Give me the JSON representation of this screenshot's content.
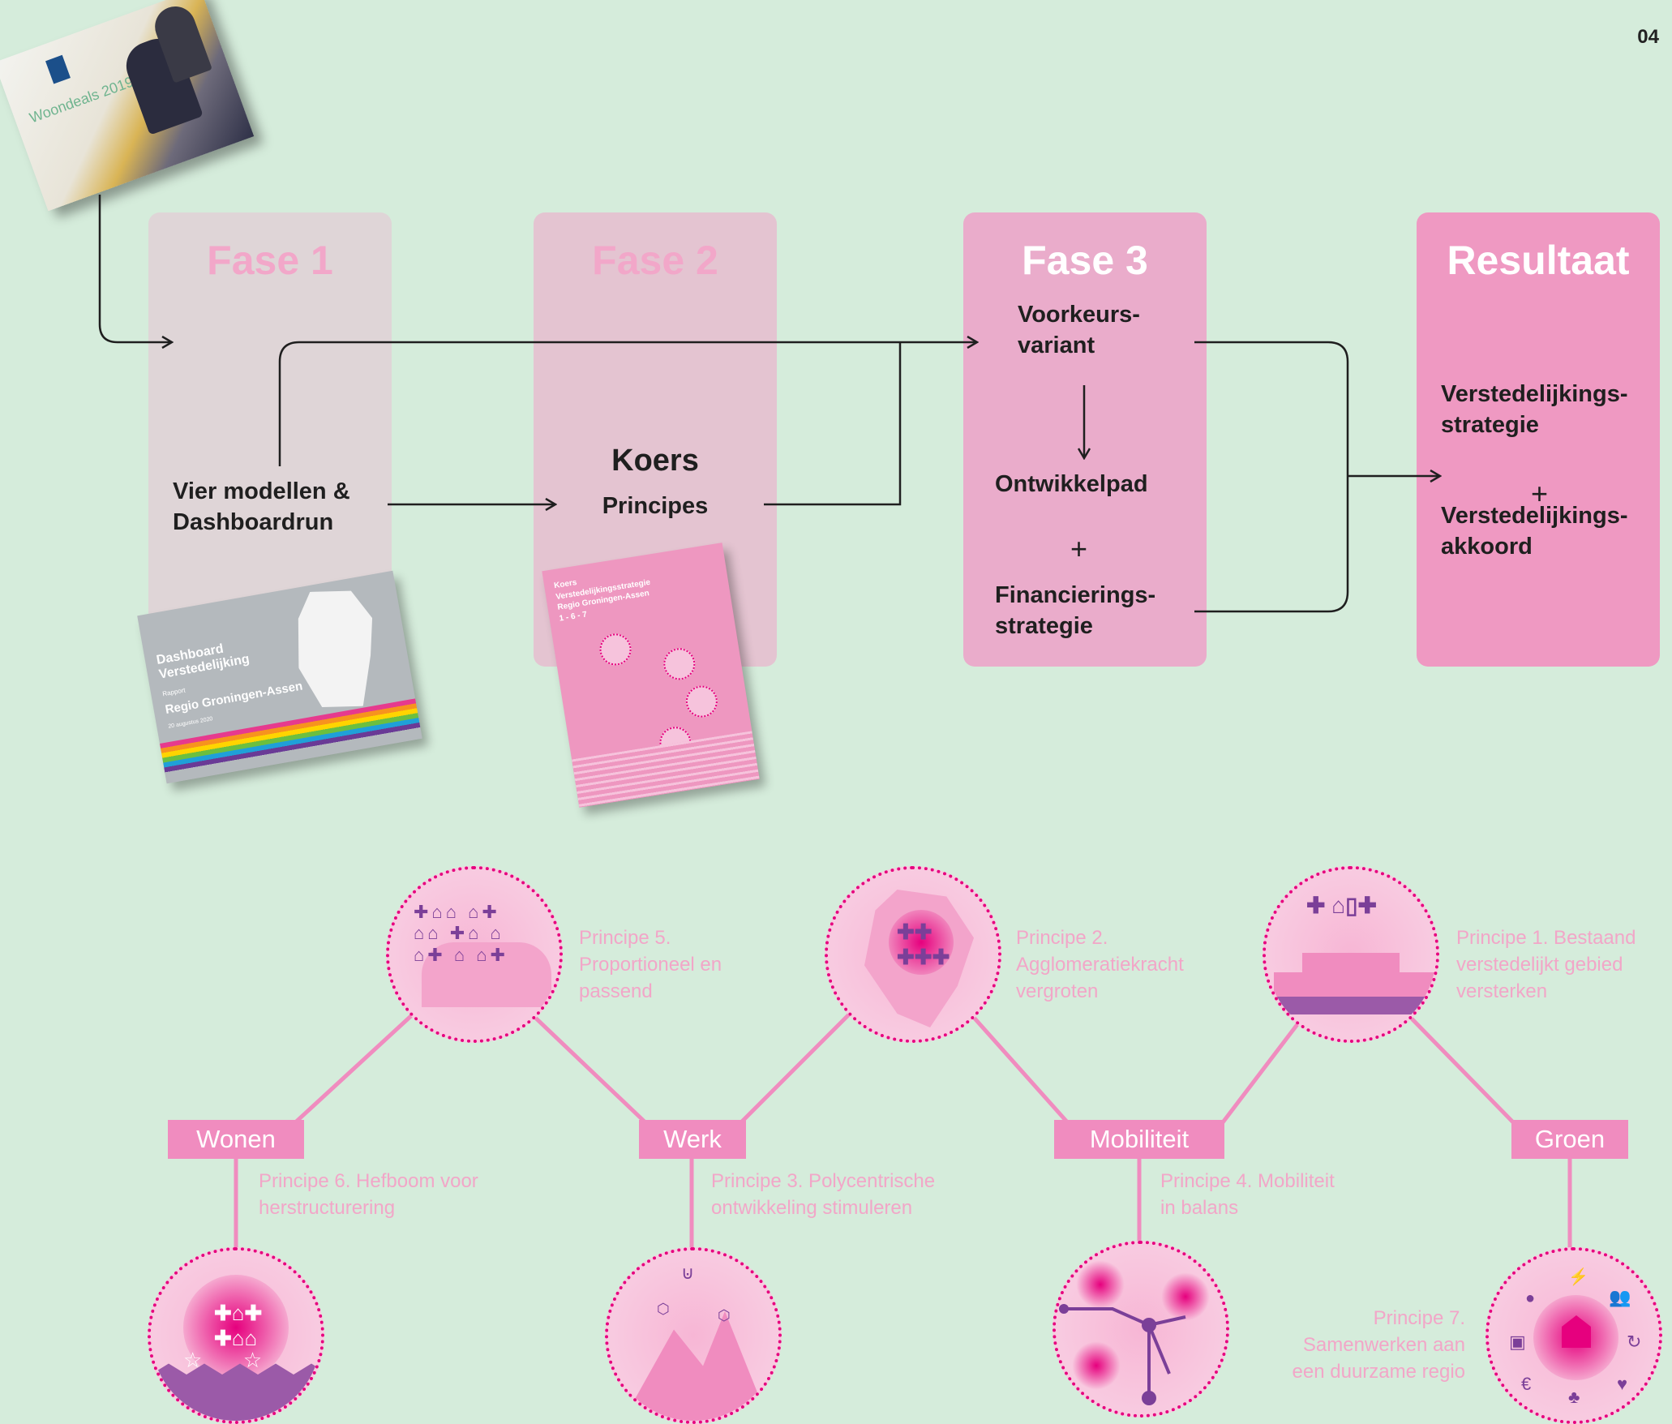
{
  "page_number": "04",
  "photo": {
    "caption": "Woondeals 2019"
  },
  "phases": [
    {
      "title": "Fase 1",
      "color": "#dfd5d7",
      "title_color": "#f2a7c9"
    },
    {
      "title": "Fase 2",
      "color": "#e4c4d1",
      "title_color": "#f2a7c9"
    },
    {
      "title": "Fase 3",
      "color": "#eaaccb",
      "title_color": "#ffffff"
    },
    {
      "title": "Resultaat",
      "color": "#ef99c2",
      "title_color": "#ffffff"
    }
  ],
  "nodes": {
    "vier_modellen": [
      "Vier modellen &",
      "Dashboardrun"
    ],
    "koers": "Koers",
    "principes": "Principes",
    "voorkeursvariant": [
      "Voorkeurs-",
      "variant"
    ],
    "ontwikkelpad": "Ontwikkelpad",
    "plus": "+",
    "financieringsstrategie": [
      "Financierings-",
      "strategie"
    ],
    "verstedelijkingsstrategie": [
      "Verstedelijkings-",
      "strategie"
    ],
    "verstedelijkingsakkoord": [
      "Verstedelijkings-",
      "akkoord"
    ]
  },
  "dashboard_report": {
    "title_line1": "Dashboard",
    "title_line2": "Verstedelijking",
    "label": "Rapport",
    "region": "Regio Groningen-Assen",
    "date": "20 augustus 2020"
  },
  "koers_report": {
    "title_line1": "Koers",
    "title_line2": "Verstedelijkingsstrategie",
    "title_line3": "Regio Groningen-Assen",
    "title_line4": "1 - 6 - 7"
  },
  "themes": [
    "Wonen",
    "Werk",
    "Mobiliteit",
    "Groen"
  ],
  "principles": {
    "p1": [
      "Principe 1. Bestaand",
      "verstedelijkt gebied",
      "versterken"
    ],
    "p2": [
      "Principe 2.",
      "Agglomeratiekracht",
      "vergroten"
    ],
    "p3": [
      "Principe 3. Polycentrische",
      "ontwikkeling stimuleren"
    ],
    "p4": [
      "Principe 4. Mobiliteit",
      "in balans"
    ],
    "p5": [
      "Principe 5.",
      "Proportioneel en",
      "passend"
    ],
    "p6": [
      "Principe 6. Hefboom voor",
      "herstructurering"
    ],
    "p7": [
      "Principe 7.",
      "Samenwerken aan",
      "een duurzame regio"
    ]
  },
  "colors": {
    "background": "#d5ecdb",
    "accent": "#f08cbf",
    "dotted": "#e6007e",
    "purple": "#7b3f98",
    "principle_text": "#f2a6c8"
  }
}
